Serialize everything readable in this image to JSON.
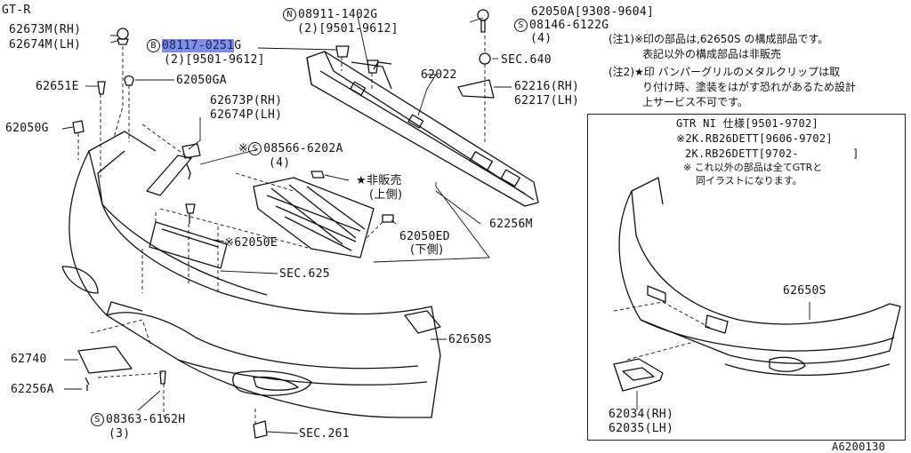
{
  "header": {
    "model": "GT-R"
  },
  "diagram_id": "A6200130",
  "labels": {
    "p62673m": "62673M(RH)",
    "p62674m": "62674M(LH)",
    "p08117_sym": "B",
    "p08117_part": "08117-0251",
    "p08117_suffix": "G",
    "p08117_qty": "(2)[9501-9612]",
    "p08911_sym": "N",
    "p08911": "08911-1402G",
    "p08911_qty": "(2)[9501-9612]",
    "p62050a": "62050A[9308-9604]",
    "p08146_sym": "S",
    "p08146": "08146-6122G",
    "p08146_qty": "(4)",
    "sec640": "SEC.640",
    "p62022": "62022",
    "p62216": "62216(RH)",
    "p62217": "62217(LH)",
    "p62651e": "62651E",
    "p62050ga": "62050GA",
    "p62673p": "62673P(RH)",
    "p62674p": "62674P(LH)",
    "p62050g": "62050G",
    "p08566_mark": "※",
    "p08566_sym": "S",
    "p08566": "08566-6202A",
    "p08566_qty": "(4)",
    "not_sold": "★非販売",
    "not_sold_upper": "(上側)",
    "p62256m": "62256M",
    "p62050e": "※62050E",
    "p62050ed": "62050ED",
    "lower": "(下側)",
    "sec625": "SEC.625",
    "p62650s_main": "62650S",
    "p62740": "62740",
    "p62256a": "62256A",
    "p08363_sym": "S",
    "p08363": "08363-6162H",
    "p08363_qty": "(3)",
    "sec261": "SEC.261",
    "p62650s_box": "62650S",
    "p62034": "62034(RH)",
    "p62035": "62035(LH)"
  },
  "notes": {
    "note1_line1": "(注1)※印の部品は,62650S の構成部品です。",
    "note1_line2": "表記以外の構成部品は非販売",
    "note2_line1": "(注2)★印 バンパーグリルのメタルクリップは取",
    "note2_line2": "り付け時、塗装をはがす恐れがあるため設計",
    "note2_line3": "上サービス不可です。"
  },
  "inset": {
    "line1": "GTR NI 仕様[9501-9702]",
    "line2": "※2K.RB26DETT[9606-9702]",
    "line3": "2K.RB26DETT[9702-        ]",
    "line4": "※ これ以外の部品は全てGTRと",
    "line5": "同イラストになります。"
  }
}
